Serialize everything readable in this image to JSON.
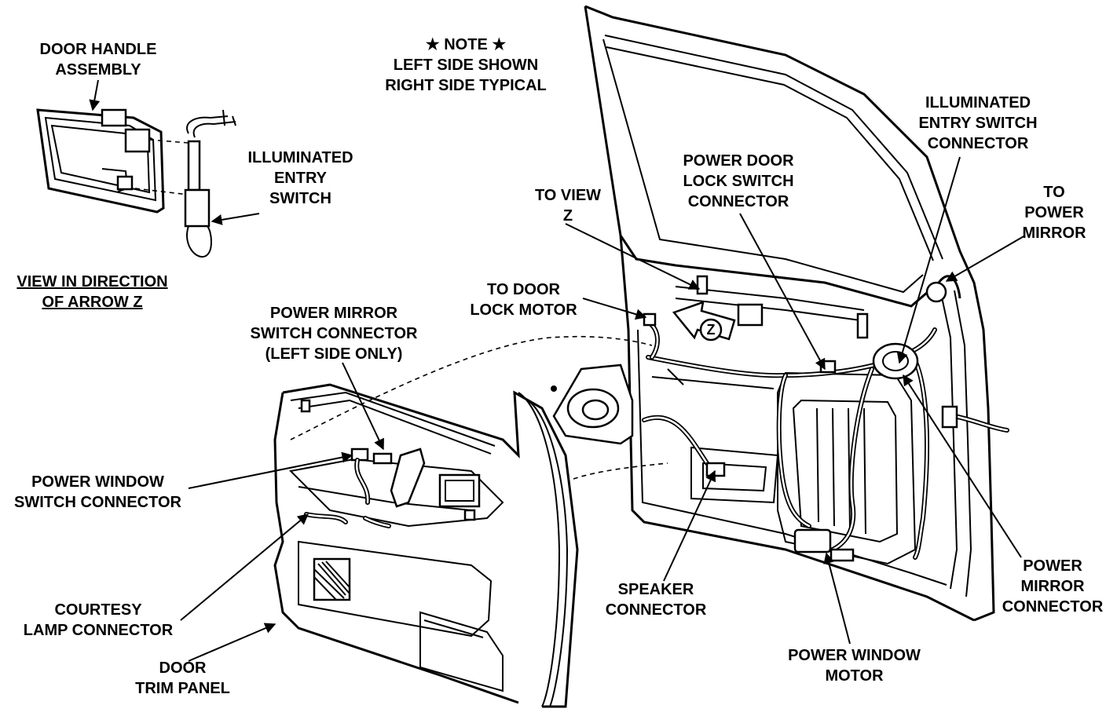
{
  "note": {
    "title": "★ NOTE ★",
    "line1": "LEFT SIDE SHOWN",
    "line2": "RIGHT SIDE TYPICAL"
  },
  "view_caption": {
    "line1": "VIEW IN DIRECTION",
    "line2": "OF ARROW Z"
  },
  "arrow_letter": "Z",
  "labels": {
    "door_handle_assembly": [
      "DOOR HANDLE",
      "ASSEMBLY"
    ],
    "illuminated_entry_switch": [
      "ILLUMINATED",
      "ENTRY",
      "SWITCH"
    ],
    "to_view_z": [
      "TO VIEW",
      "Z"
    ],
    "power_door_lock_switch_connector": [
      "POWER DOOR",
      "LOCK SWITCH",
      "CONNECTOR"
    ],
    "illuminated_entry_switch_connector": [
      "ILLUMINATED",
      "ENTRY SWITCH",
      "CONNECTOR"
    ],
    "to_power_mirror": [
      "TO",
      "POWER",
      "MIRROR"
    ],
    "to_door_lock_motor": [
      "TO DOOR",
      "LOCK MOTOR"
    ],
    "power_mirror_switch_connector": [
      "POWER MIRROR",
      "SWITCH CONNECTOR",
      "(LEFT SIDE ONLY)"
    ],
    "power_window_switch_connector": [
      "POWER WINDOW",
      "SWITCH CONNECTOR"
    ],
    "courtesy_lamp_connector": [
      "COURTESY",
      "LAMP CONNECTOR"
    ],
    "door_trim_panel": [
      "DOOR",
      "TRIM PANEL"
    ],
    "speaker_connector": [
      "SPEAKER",
      "CONNECTOR"
    ],
    "power_window_motor": [
      "POWER WINDOW",
      "MOTOR"
    ],
    "power_mirror_connector": [
      "POWER",
      "MIRROR",
      "CONNECTOR"
    ]
  }
}
